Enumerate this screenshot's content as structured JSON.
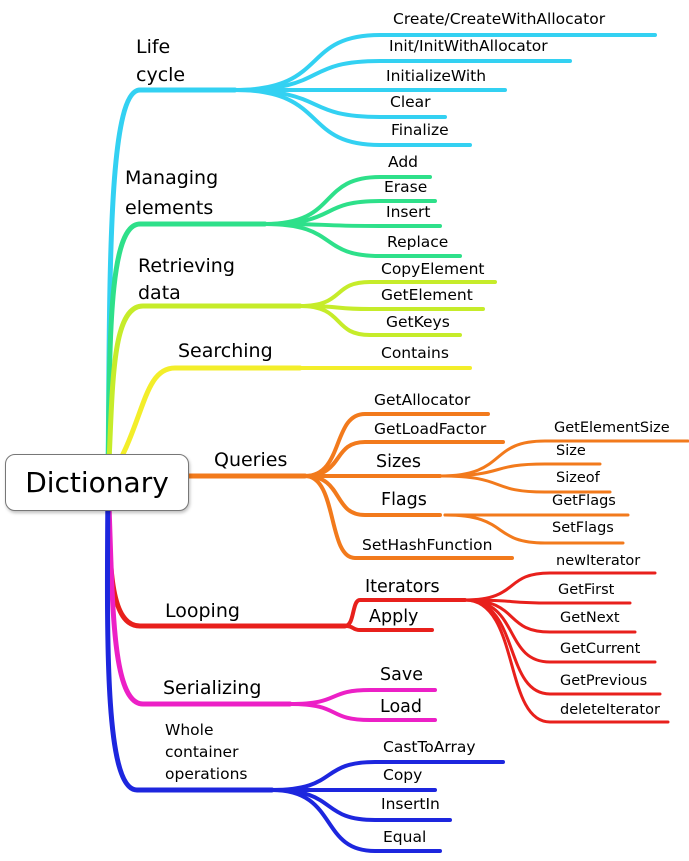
{
  "root": "Dictionary",
  "colors": {
    "lifecycle": "#33d1f2",
    "managing": "#2ee08a",
    "retrieving": "#c6ec2a",
    "searching": "#f3ee2a",
    "queries": "#f27a1c",
    "looping": "#e8201c",
    "serializing": "#ec20c6",
    "whole": "#1d26de"
  },
  "branches": {
    "lifecycle": {
      "label_l1": "Life",
      "label_l2": "cycle",
      "leaves": [
        "Create/CreateWithAllocator",
        "Init/InitWithAllocator",
        "InitializeWith",
        "Clear",
        "Finalize"
      ]
    },
    "managing": {
      "label_l1": "Managing",
      "label_l2": "elements",
      "leaves": [
        "Add",
        "Erase",
        "Insert",
        "Replace"
      ]
    },
    "retrieving": {
      "label_l1": "Retrieving",
      "label_l2": "data",
      "leaves": [
        "CopyElement",
        "GetElement",
        "GetKeys"
      ]
    },
    "searching": {
      "label": "Searching",
      "leaves": [
        "Contains"
      ]
    },
    "queries": {
      "label": "Queries",
      "leaves": [
        "GetAllocator",
        "GetLoadFactor",
        "SetHashFunction"
      ],
      "sizes": {
        "label": "Sizes",
        "leaves": [
          "GetElementSize",
          "Size",
          "Sizeof"
        ]
      },
      "flags": {
        "label": "Flags",
        "leaves": [
          "GetFlags",
          "SetFlags"
        ]
      }
    },
    "looping": {
      "label": "Looping",
      "iterators": {
        "label": "Iterators",
        "leaves": [
          "newIterator",
          "GetFirst",
          "GetNext",
          "GetCurrent",
          "GetPrevious",
          "deleteIterator"
        ]
      },
      "apply": "Apply"
    },
    "serializing": {
      "label": "Serializing",
      "leaves": [
        "Save",
        "Load"
      ]
    },
    "whole": {
      "label_l1": "Whole",
      "label_l2": "container",
      "label_l3": "operations",
      "leaves": [
        "CastToArray",
        "Copy",
        "InsertIn",
        "Equal"
      ]
    }
  }
}
